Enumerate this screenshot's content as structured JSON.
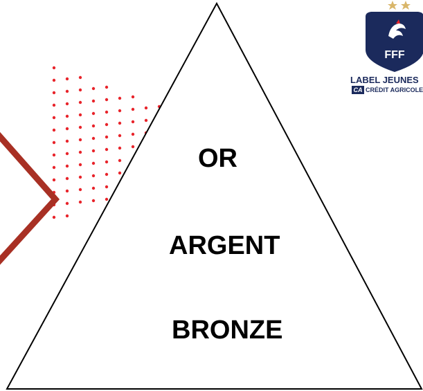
{
  "pyramid": {
    "tiers": [
      {
        "label": "OR"
      },
      {
        "label": "ARGENT"
      },
      {
        "label": "BRONZE"
      }
    ]
  },
  "logo": {
    "federation": "FFF",
    "label_line": "LABEL JEUNES",
    "sponsor_mark": "CA",
    "sponsor": "CRÉDIT AGRICOLE"
  },
  "colors": {
    "chevron": "#a83024",
    "dots": "#e8242b",
    "logo_blue": "#1b2a5c",
    "stars": "#d9b66a",
    "outline": "#000000"
  }
}
